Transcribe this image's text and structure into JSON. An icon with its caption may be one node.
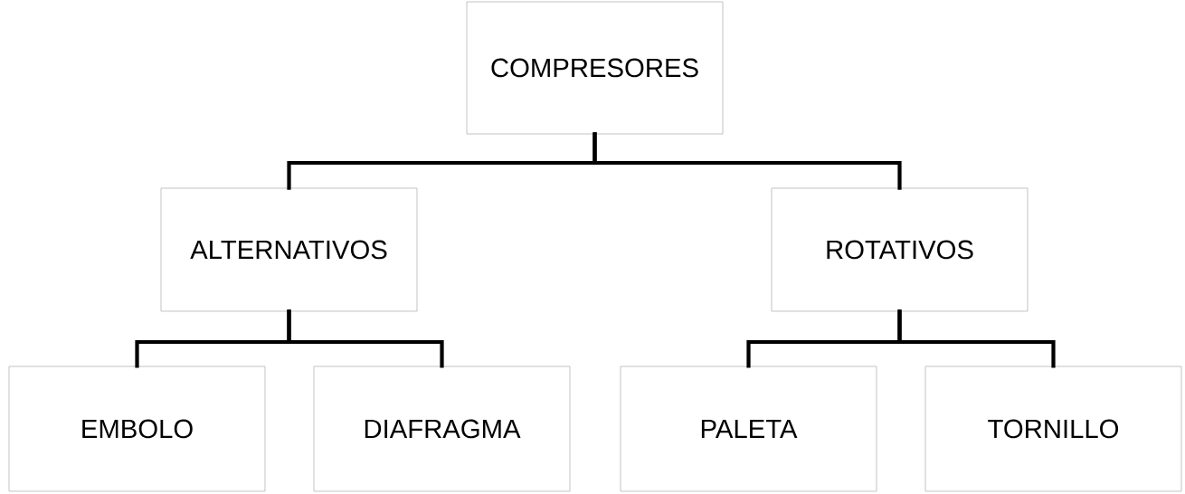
{
  "diagram": {
    "nodes": [
      {
        "text": [
          "COMPRESORES"
        ]
      },
      {
        "text": [
          "ALTERNATIVOS"
        ]
      },
      {
        "text": [
          "ROTATIVOS"
        ]
      },
      {
        "text": [
          "EMBOLO"
        ]
      },
      {
        "text": [
          "DIAFRAGMA"
        ]
      },
      {
        "text": [
          "PALETA"
        ]
      },
      {
        "text": [
          "TORNILLO"
        ]
      }
    ],
    "edges": [
      {
        "from": 0,
        "to": 1,
        "arrow": "none"
      },
      {
        "from": 0,
        "to": 2,
        "arrow": "none"
      },
      {
        "from": 1,
        "to": 3,
        "arrow": "none"
      },
      {
        "from": 1,
        "to": 4,
        "arrow": "none"
      },
      {
        "from": 2,
        "to": 5,
        "arrow": "none"
      },
      {
        "from": 2,
        "to": 6,
        "arrow": "none"
      }
    ]
  }
}
